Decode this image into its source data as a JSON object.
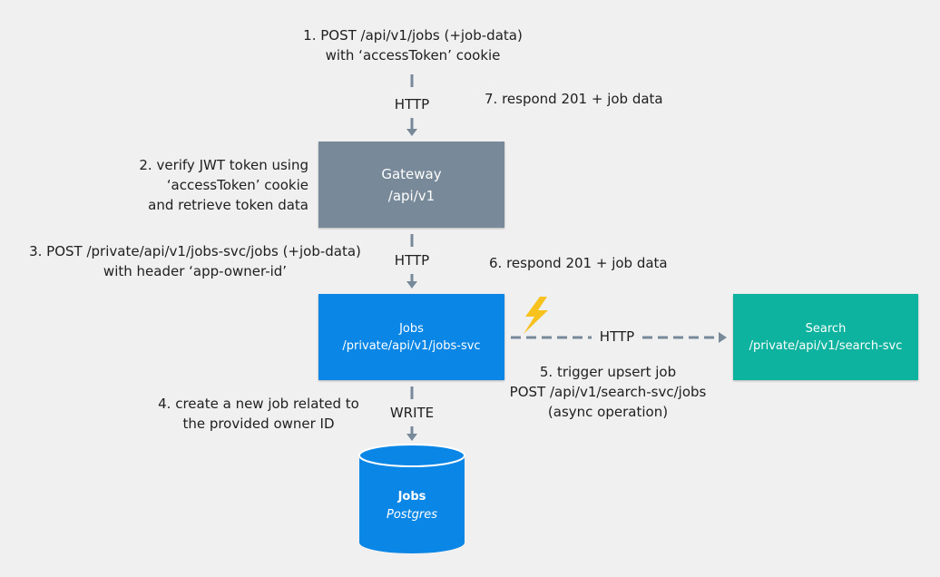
{
  "steps": {
    "step1": [
      "1.  POST /api/v1/jobs (+job-data)",
      "with ‘accessToken’ cookie"
    ],
    "step2": [
      "2.  verify JWT token using",
      "‘accessToken’ cookie",
      "and retrieve token data"
    ],
    "step3": [
      "3. POST /private/api/v1/jobs-svc/jobs (+job-data)",
      "with header ‘app-owner-id’"
    ],
    "step4": [
      "4. create a new job related to",
      "the provided owner ID"
    ],
    "step5": [
      "5. trigger upsert job",
      "POST /api/v1/search-svc/jobs",
      "(async operation)"
    ],
    "step6": "6. respond 201 + job data",
    "step7": "7. respond 201 + job data"
  },
  "connectors": {
    "client_to_gateway": "HTTP",
    "gateway_to_jobs": "HTTP",
    "jobs_to_db": "WRITE",
    "jobs_to_search": "HTTP"
  },
  "nodes": {
    "gateway": {
      "title": "Gateway",
      "path": "/api/v1"
    },
    "jobs_svc": {
      "title": "Jobs",
      "path": "/private/api/v1/jobs-svc"
    },
    "search_svc": {
      "title": "Search",
      "path": "/private/api/v1/search-svc"
    },
    "jobs_db": {
      "title": "Jobs",
      "engine": "Postgres"
    }
  },
  "colors": {
    "gateway": "#78899a",
    "jobs_svc": "#0a86e6",
    "search_svc": "#0db39e",
    "database": "#0a86e6",
    "arrow": "#78899a",
    "lightning": "#f7c21d",
    "background": "#f0f0f0"
  },
  "icons": {
    "async_marker": "lightning-bolt-icon"
  }
}
